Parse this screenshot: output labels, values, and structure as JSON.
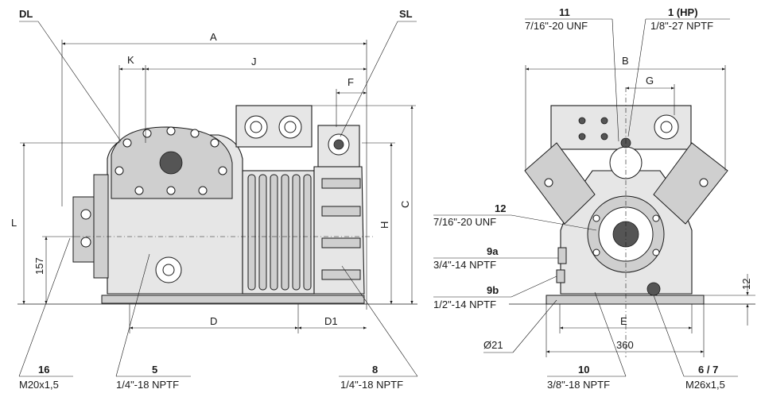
{
  "dimensions": {
    "A": "A",
    "B": "B",
    "C": "C",
    "D": "D",
    "D1": "D1",
    "E": "E",
    "F": "F",
    "G": "G",
    "H": "H",
    "J": "J",
    "K": "K",
    "L": "L",
    "d157": "157",
    "d12": "12",
    "d360": "360",
    "d21": "Ø21"
  },
  "callouts": {
    "DL": "DL",
    "SL": "SL",
    "c16": {
      "num": "16",
      "spec": "M20x1,5"
    },
    "c5": {
      "num": "5",
      "spec": "1/4\"-18 NPTF"
    },
    "c8": {
      "num": "8",
      "spec": "1/4\"-18 NPTF"
    },
    "c11": {
      "num": "11",
      "spec": "7/16\"-20 UNF"
    },
    "c1": {
      "num": "1 (HP)",
      "spec": "1/8\"-27 NPTF"
    },
    "c12": {
      "num": "12",
      "spec": "7/16\"-20 UNF"
    },
    "c9a": {
      "num": "9a",
      "spec": "3/4\"-14 NPTF"
    },
    "c9b": {
      "num": "9b",
      "spec": "1/2\"-14 NPTF"
    },
    "c10": {
      "num": "10",
      "spec": "3/8\"-18 NPTF"
    },
    "c67": {
      "num": "6 / 7",
      "spec": "M26x1,5"
    }
  }
}
